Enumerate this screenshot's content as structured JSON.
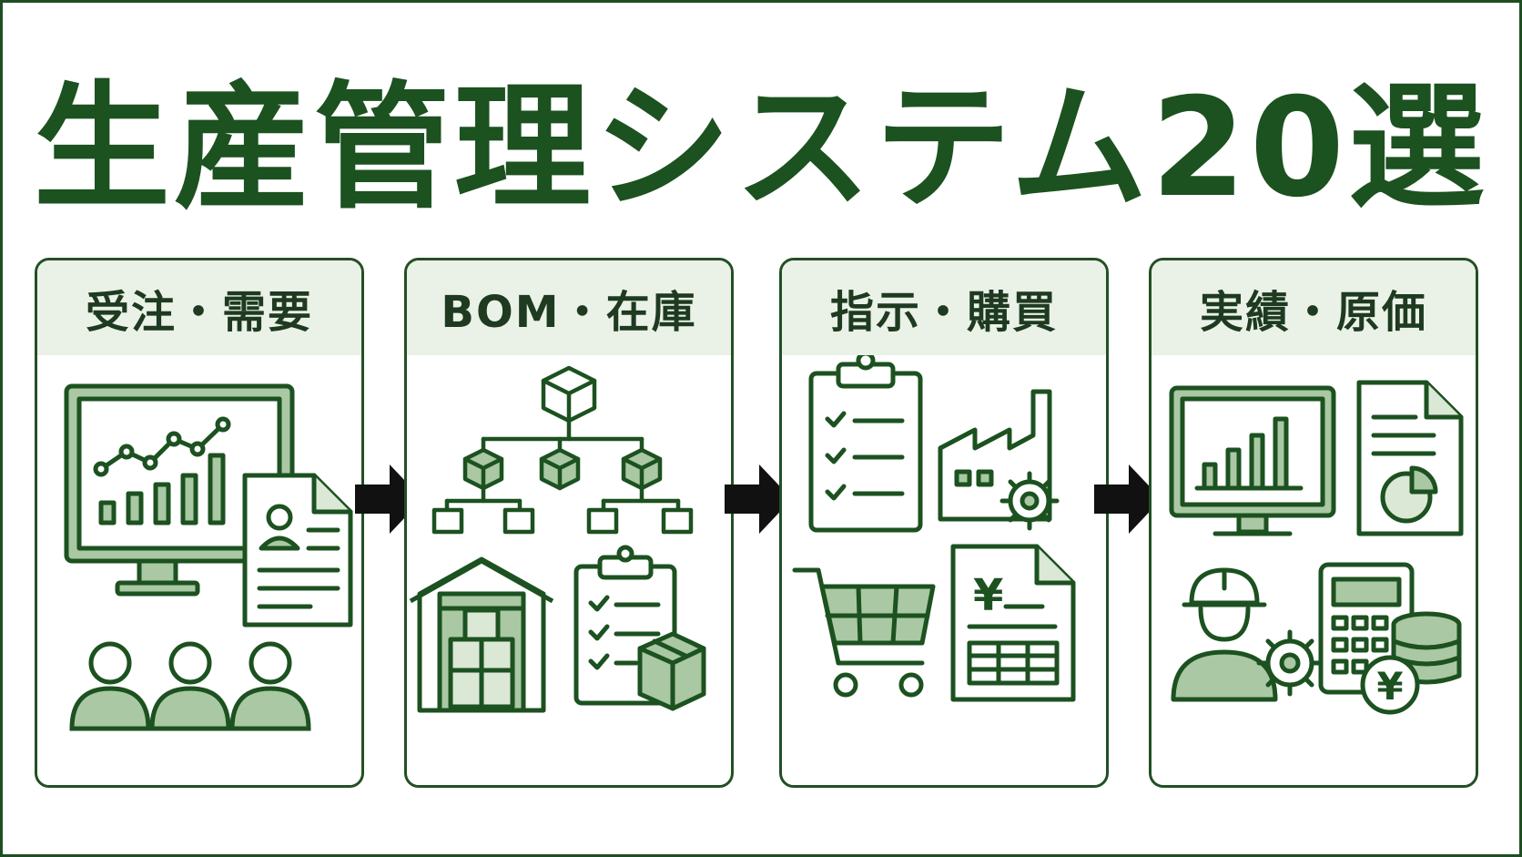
{
  "title": "生産管理システム20選",
  "panels": [
    {
      "label": "受注・需要",
      "icons": [
        "monitor-line-chart-icon",
        "customer-document-icon",
        "people-icon"
      ]
    },
    {
      "label": "BOM・在庫",
      "icons": [
        "bom-tree-icon",
        "warehouse-icon",
        "checklist-box-icon"
      ]
    },
    {
      "label": "指示・購買",
      "icons": [
        "clipboard-checklist-icon",
        "factory-gear-icon",
        "shopping-cart-icon",
        "yen-invoice-icon"
      ]
    },
    {
      "label": "実績・原価",
      "icons": [
        "monitor-bar-chart-icon",
        "pie-report-icon",
        "worker-gear-icon",
        "calculator-coins-icon"
      ]
    }
  ],
  "yen_symbol": "¥",
  "colors": {
    "dark_green": "#1c5120",
    "light_green": "#eaf1e7",
    "fill_green": "#a9c8a3",
    "arrow": "#111111"
  }
}
